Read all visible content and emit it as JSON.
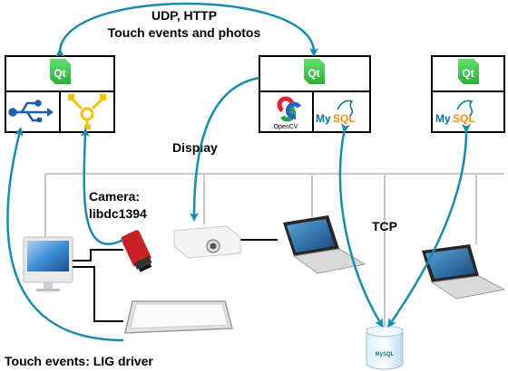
{
  "labels": {
    "protocol": "UDP, HTTP",
    "touch_photos": "Touch events and photos",
    "display": "Display",
    "camera": "Camera:",
    "camera_lib": "libdc1394",
    "tcp": "TCP",
    "touch_driver": "Touch events: LIG driver"
  },
  "logos": {
    "qt": "Qt",
    "opencv": "OpenCV",
    "mysql_my": "My",
    "mysql_sql": "SQL",
    "db_label": "MySQL"
  },
  "colors": {
    "arrow": "#1a8cab",
    "qt_green": "#41cd52",
    "usb_blue": "#1d5fa8",
    "firewire_yellow": "#f2c200",
    "mysql_blue": "#00758f",
    "mysql_orange": "#f29111",
    "network_gray": "#c8c8c8"
  },
  "icons": [
    "qt-logo",
    "usb-icon",
    "firewire-icon",
    "opencv-logo",
    "mysql-logo",
    "projector-icon",
    "laptop-icon",
    "imac-icon",
    "camera-icon",
    "touch-table-icon",
    "database-icon"
  ]
}
